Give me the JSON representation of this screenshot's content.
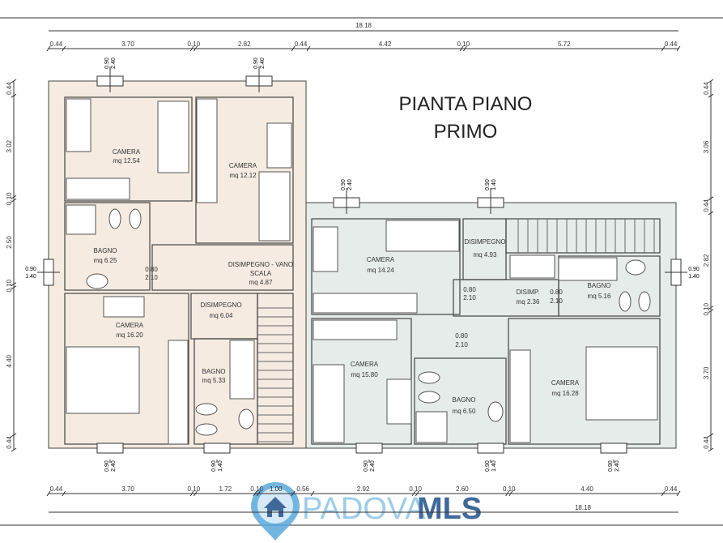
{
  "title": {
    "line1": "PIANTA PIANO",
    "line2": "PRIMO"
  },
  "colors": {
    "left_unit": "#f5ebe0",
    "right_unit": "#e6ece9",
    "bath_tile": "#bfe0dc",
    "bath_tile_right": "#c8ccd8",
    "logo_blue": "#5aa9dc",
    "logo_dark": "#1f4f8a"
  },
  "dimensions": {
    "top_total": "18.18",
    "top": [
      "0.44",
      "3.70",
      "0.10",
      "2.82",
      "0.44",
      "4.42",
      "0.10",
      "5.72",
      "0.44"
    ],
    "bottom": [
      "0.44",
      "3.70",
      "0.10",
      "1.72",
      "0.10",
      "1.00",
      "0.56",
      "2.92",
      "0.10",
      "2.60",
      "0.10",
      "4.40",
      "0.44"
    ],
    "bottom_total": "18.18",
    "left": [
      "0.44",
      "3.02",
      "0.10",
      "2.50",
      "0.10",
      "4.40",
      "0.44"
    ],
    "right": [
      "0.44",
      "3.06",
      "0.44",
      "2.82",
      "0.10",
      "3.70",
      "0.44"
    ]
  },
  "rooms": [
    {
      "name": "CAMERA",
      "area": "mq 12.54"
    },
    {
      "name": "CAMERA",
      "area": "mq 12.12"
    },
    {
      "name": "BAGNO",
      "area": "mq 6.25"
    },
    {
      "name": "DISIMPEGNO - VANO",
      "name2": "SCALA",
      "area": "mq 4.87"
    },
    {
      "name": "CAMERA",
      "area": "mq 16.20"
    },
    {
      "name": "DISIMPEGNO",
      "area": "mq 6.04"
    },
    {
      "name": "BAGNO",
      "area": "mq 5.33"
    },
    {
      "name": "CAMERA",
      "area": "mq 14.24"
    },
    {
      "name": "DISIMPEGNO",
      "area": "mq 4.93"
    },
    {
      "name": "DISIMP.",
      "area": "mq 2.36"
    },
    {
      "name": "BAGNO",
      "area": "mq 5.16"
    },
    {
      "name": "CAMERA",
      "area": "mq 15.80"
    },
    {
      "name": "BAGNO",
      "area": "mq 6.50"
    },
    {
      "name": "CAMERA",
      "area": "mq 16.28"
    }
  ],
  "doors": {
    "w": "0.80",
    "h": "2.10"
  },
  "windows": {
    "large_w": "0.90",
    "large_h": "2.40",
    "small_w": "0.90",
    "small_h": "1.40"
  },
  "logo": {
    "part1": "PADOVA",
    "part2": "MLS"
  }
}
